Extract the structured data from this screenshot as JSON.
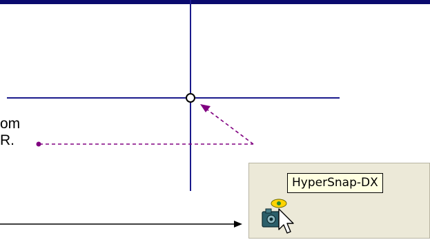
{
  "text_fragments": {
    "line1": "om",
    "line2": "R."
  },
  "tray": {
    "tooltip_text": "HyperSnap-DX",
    "icon": "hypersnap-camera-icon",
    "pointer": "mouse-cursor-icon"
  },
  "colors": {
    "crosshair": "#1a1a8c",
    "guide_dashed": "#800080",
    "arrow_black": "#000000",
    "top_bar": "#0a0a6e",
    "tooltip_bg": "#ffffe1"
  }
}
